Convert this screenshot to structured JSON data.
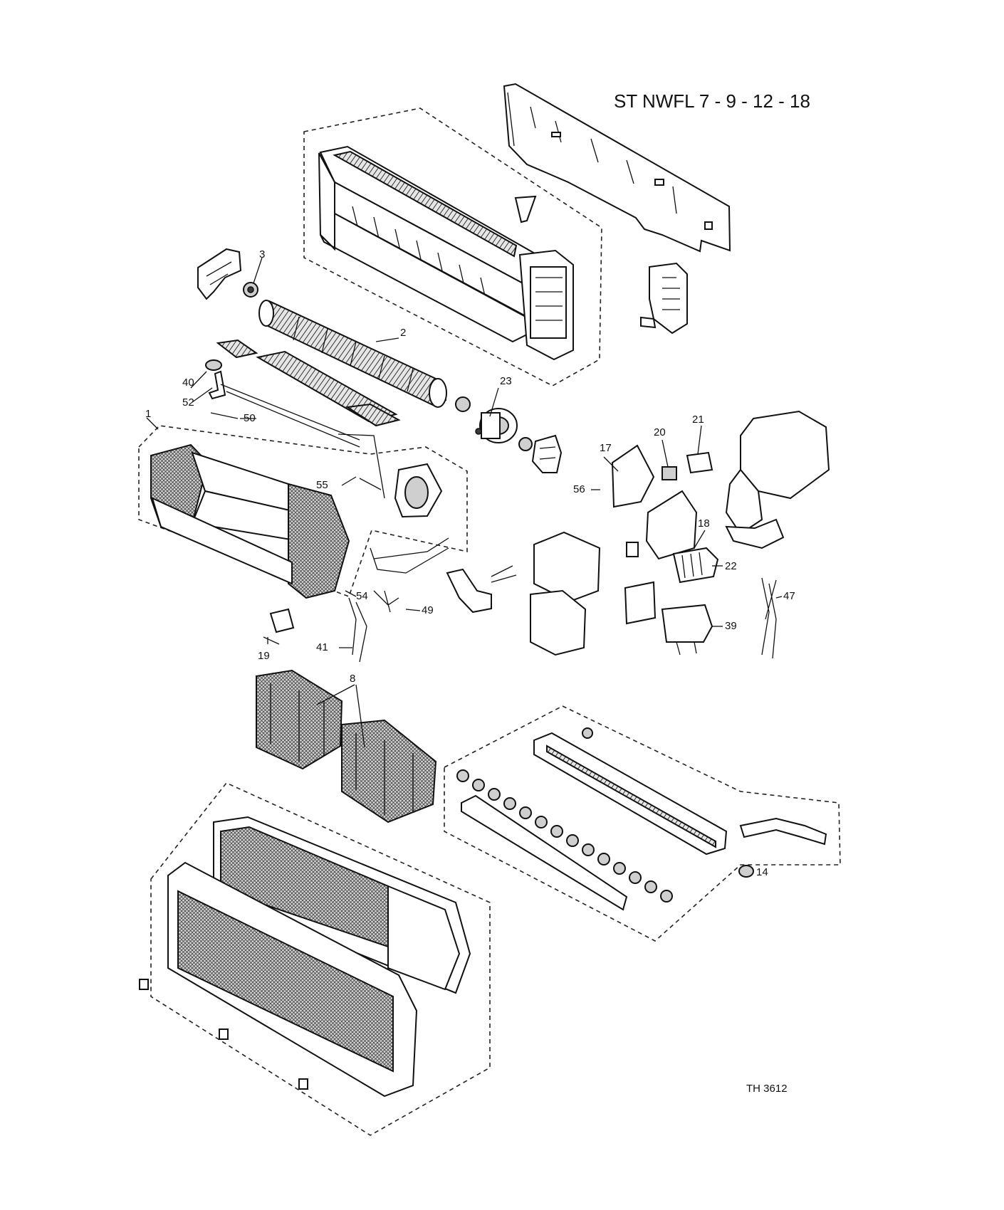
{
  "title": "ST NWFL 7 - 9 - 12 - 18",
  "reference": "TH 3612",
  "labels": {
    "l1": "1",
    "l2": "2",
    "l3": "3",
    "l8": "8",
    "l14": "14",
    "l17": "17",
    "l18": "18",
    "l19": "19",
    "l20": "20",
    "l21": "21",
    "l22": "22",
    "l23": "23",
    "l39": "39",
    "l40": "40",
    "l41": "41",
    "l47": "47",
    "l49": "49",
    "l50": "50",
    "l52": "52",
    "l54": "54",
    "l55": "55",
    "l56": "56"
  }
}
